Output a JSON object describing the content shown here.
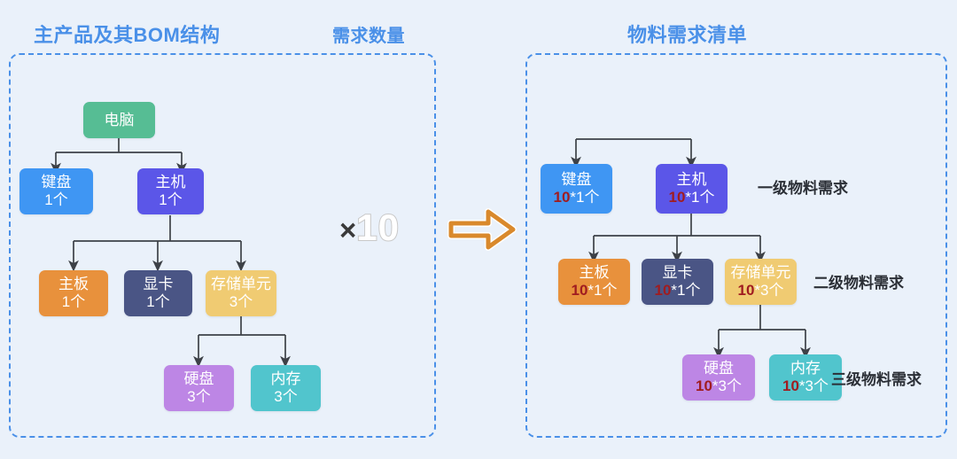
{
  "headings": {
    "bom": "主产品及其BOM结构",
    "qty": "需求数量",
    "mrp": "物料需求清单"
  },
  "multiplier": {
    "symbol": "×",
    "value": "10"
  },
  "arrow": {
    "icon_name": "right-arrow-icon",
    "color": "#d9892c"
  },
  "colors": {
    "background": "#eaf1fa",
    "panel_border": "#4a90e8",
    "heading": "#4a90e8",
    "wire": "#3d4147",
    "multiplier_accent": "#a01c20",
    "computer": "#56bd94",
    "keyboard": "#3f96f3",
    "host": "#5b56e8",
    "mainboard": "#e8913c",
    "gpu": "#4a5585",
    "storage": "#f0cb72",
    "disk": "#bd86e5",
    "memory": "#51c5cd"
  },
  "left_panel": {
    "name": "主产品及其BOM结构",
    "nodes": [
      {
        "id": "computer",
        "label": "电脑",
        "qty": "",
        "color": "#56bd94"
      },
      {
        "id": "keyboard",
        "label": "键盘",
        "qty": "1个",
        "color": "#3f96f3"
      },
      {
        "id": "host",
        "label": "主机",
        "qty": "1个",
        "color": "#5b56e8"
      },
      {
        "id": "mainboard",
        "label": "主板",
        "qty": "1个",
        "color": "#e8913c"
      },
      {
        "id": "gpu",
        "label": "显卡",
        "qty": "1个",
        "color": "#4a5585"
      },
      {
        "id": "storage",
        "label": "存储单元",
        "qty": "3个",
        "color": "#f0cb72"
      },
      {
        "id": "disk",
        "label": "硬盘",
        "qty": "3个",
        "color": "#bd86e5"
      },
      {
        "id": "memory",
        "label": "内存",
        "qty": "3个",
        "color": "#51c5cd"
      }
    ]
  },
  "right_panel": {
    "name": "物料需求清单",
    "nodes": [
      {
        "id": "keyboard",
        "label": "键盘",
        "mult": "10",
        "rest": "*1个",
        "color": "#3f96f3"
      },
      {
        "id": "host",
        "label": "主机",
        "mult": "10",
        "rest": "*1个",
        "color": "#5b56e8"
      },
      {
        "id": "mainboard",
        "label": "主板",
        "mult": "10",
        "rest": "*1个",
        "color": "#e8913c"
      },
      {
        "id": "gpu",
        "label": "显卡",
        "mult": "10",
        "rest": "*1个",
        "color": "#4a5585"
      },
      {
        "id": "storage",
        "label": "存储单元",
        "mult": "10",
        "rest": "*3个",
        "color": "#f0cb72"
      },
      {
        "id": "disk",
        "label": "硬盘",
        "mult": "10",
        "rest": "*3个",
        "color": "#bd86e5"
      },
      {
        "id": "memory",
        "label": "内存",
        "mult": "10",
        "rest": "*3个",
        "color": "#51c5cd"
      }
    ],
    "level_labels": [
      "一级物料需求",
      "二级物料需求",
      "三级物料需求"
    ]
  }
}
